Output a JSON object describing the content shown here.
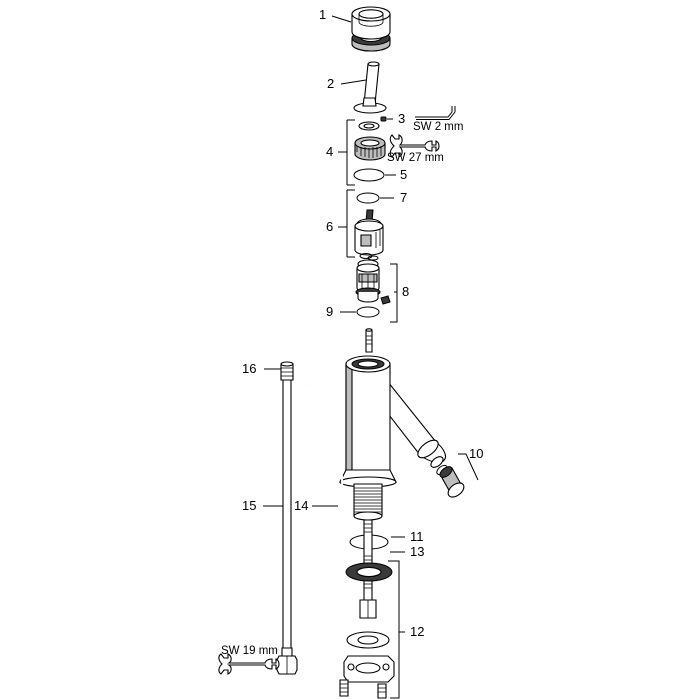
{
  "callouts": {
    "c1": "1",
    "c2": "2",
    "c3": "3",
    "c4": "4",
    "c5": "5",
    "c6": "6",
    "c7": "7",
    "c8": "8",
    "c9": "9",
    "c10": "10",
    "c11": "11",
    "c12": "12",
    "c13": "13",
    "c14": "14",
    "c15": "15",
    "c16": "16"
  },
  "tool_labels": {
    "hex_key": "SW 2 mm",
    "wrench_cartridge": "SW 27 mm",
    "wrench_hose": "SW 19 mm"
  },
  "colors": {
    "line": "#000000",
    "fill": "#ffffff",
    "shade": "#bdbdbd",
    "dark": "#3a3a3a"
  }
}
